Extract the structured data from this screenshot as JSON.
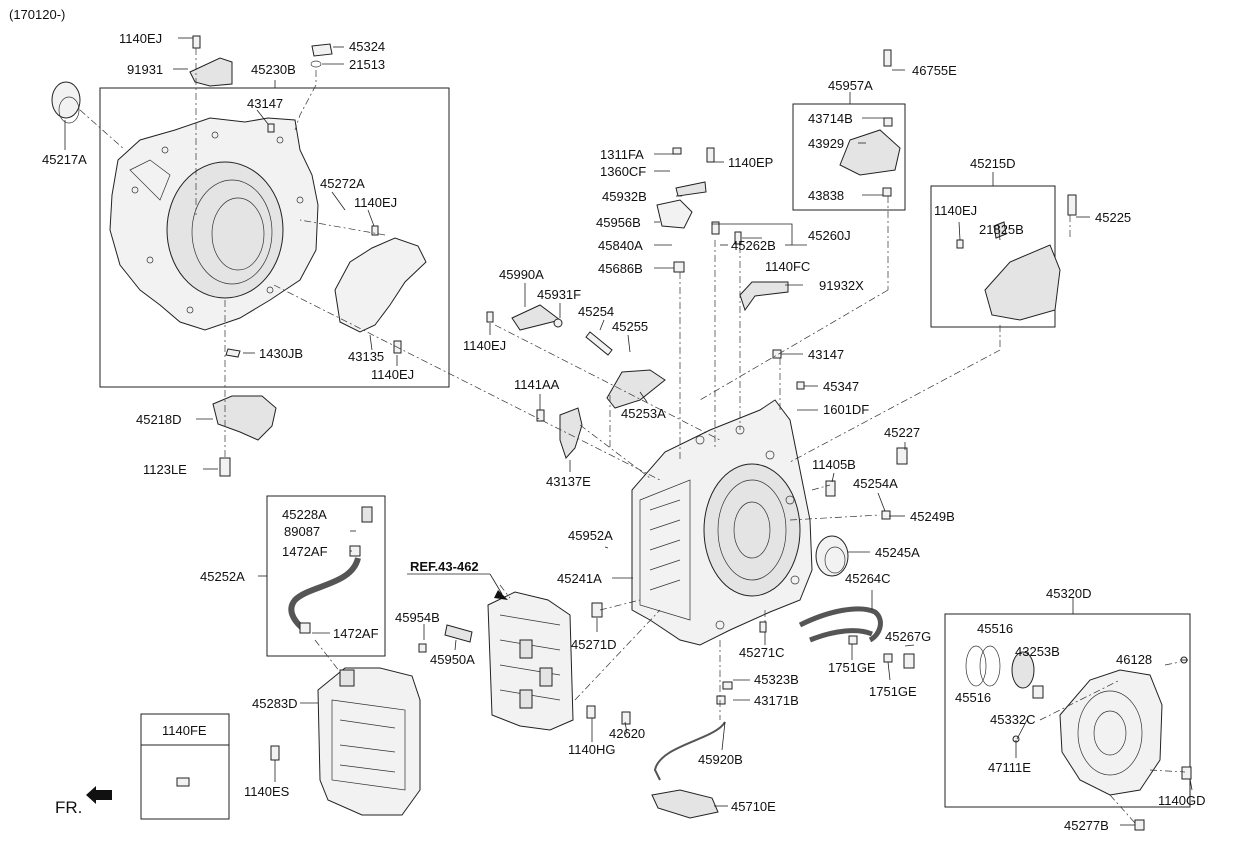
{
  "header": {
    "code": "(170120-)"
  },
  "arrow": {
    "label": "FR."
  },
  "reference": {
    "label": "REF.43-462"
  },
  "parts": {
    "p1140EJ_a": "1140EJ",
    "p91931": "91931",
    "p45230B": "45230B",
    "p45324": "45324",
    "p21513": "21513",
    "p45217A": "45217A",
    "p43147_a": "43147",
    "p45272A": "45272A",
    "p1140EJ_b": "1140EJ",
    "p1430JB": "1430JB",
    "p43135": "43135",
    "p1140EJ_c": "1140EJ",
    "p45218D": "45218D",
    "p1123LE": "1123LE",
    "p1311FA": "1311FA",
    "p1360CF": "1360CF",
    "p1140EP": "1140EP",
    "p45932B": "45932B",
    "p45956B": "45956B",
    "p45840A": "45840A",
    "p45686B": "45686B",
    "p45262B": "45262B",
    "p45260J": "45260J",
    "p1140FC": "1140FC",
    "p91932X": "91932X",
    "p46755E": "46755E",
    "p45957A": "45957A",
    "p43714B": "43714B",
    "p43929": "43929",
    "p43838": "43838",
    "p45215D": "45215D",
    "p1140EJ_d": "1140EJ",
    "p21825B": "21825B",
    "p45225": "45225",
    "p45990A": "45990A",
    "p45931F": "45931F",
    "p45254": "45254",
    "p45255": "45255",
    "p1140EJ_e": "1140EJ",
    "p45253A": "45253A",
    "p43147_b": "43147",
    "p45347": "45347",
    "p1601DF": "1601DF",
    "p1141AA": "1141AA",
    "p43137E": "43137E",
    "p45227": "45227",
    "p11405B": "11405B",
    "p45254A": "45254A",
    "p45249B": "45249B",
    "p45228A": "45228A",
    "p89087": "89087",
    "p1472AF_a": "1472AF",
    "p45252A": "45252A",
    "p1472AF_b": "1472AF",
    "p45952A": "45952A",
    "p45241A": "45241A",
    "p45245A": "45245A",
    "p45264C": "45264C",
    "p45954B": "45954B",
    "p45950A": "45950A",
    "p45271D": "45271D",
    "p45271C": "45271C",
    "p45267G": "45267G",
    "p1751GE_a": "1751GE",
    "p1751GE_b": "1751GE",
    "p45320D": "45320D",
    "p45516_a": "45516",
    "p43253B": "43253B",
    "p46128": "46128",
    "p45516_b": "45516",
    "p45332C": "45332C",
    "p47111E": "47111E",
    "p45283D": "45283D",
    "p45323B": "45323B",
    "p43171B": "43171B",
    "p42620": "42620",
    "p1140HG": "1140HG",
    "p45920B": "45920B",
    "p1140FE": "1140FE",
    "p1140ES": "1140ES",
    "p45710E": "45710E",
    "p1140GD": "1140GD",
    "p45277B": "45277B"
  }
}
